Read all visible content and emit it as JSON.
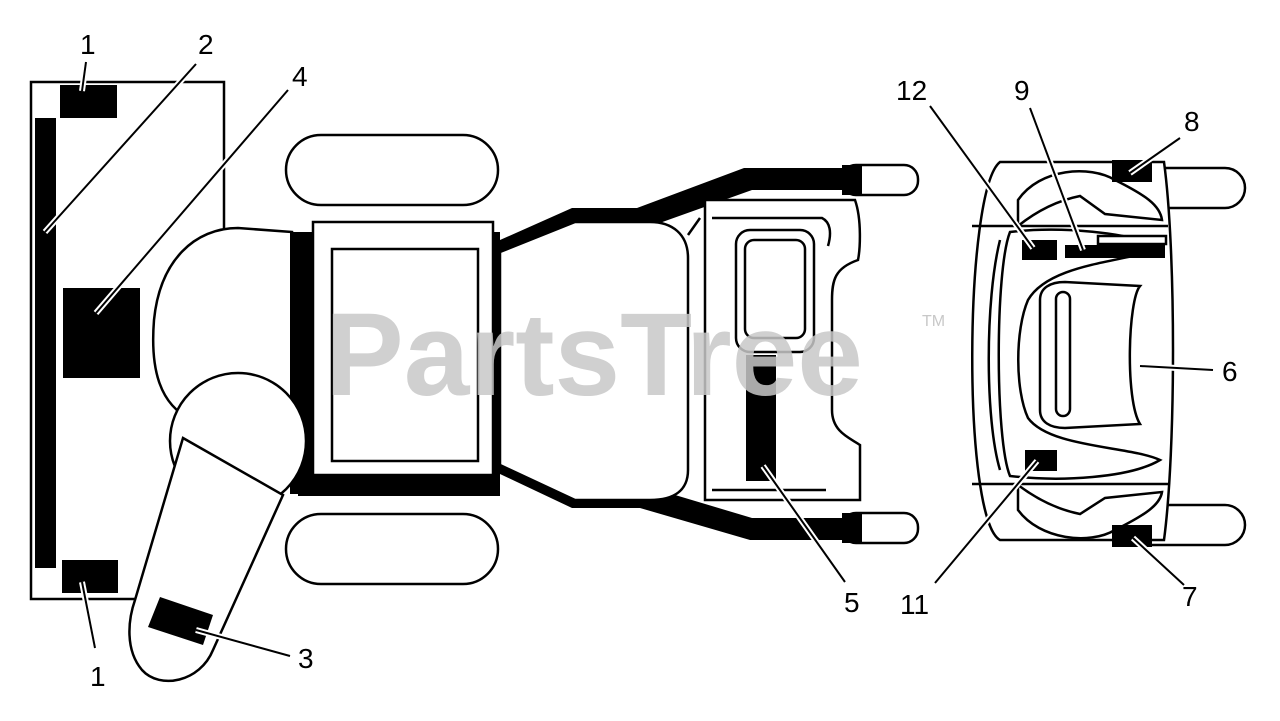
{
  "watermark": {
    "text": "PartsTree",
    "trademark": "TM"
  },
  "callouts": {
    "c1_top": "1",
    "c1_bottom": "1",
    "c2": "2",
    "c3": "3",
    "c4": "4",
    "c5": "5",
    "c6": "6",
    "c7": "7",
    "c8": "8",
    "c9": "9",
    "c11": "11",
    "c12": "12"
  }
}
